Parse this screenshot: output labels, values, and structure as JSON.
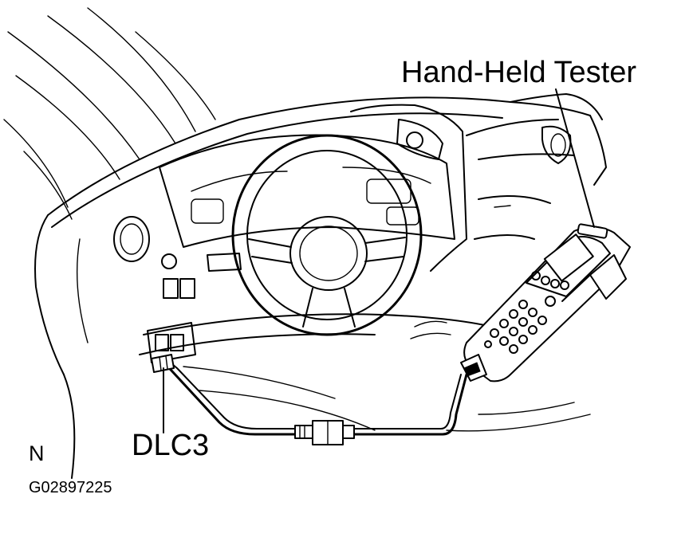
{
  "labels": {
    "tester": "Hand-Held Tester",
    "connector": "DLC3",
    "view_marker": "N",
    "figure_code": "G02897225"
  },
  "colors": {
    "ink": "#000000",
    "paper": "#ffffff"
  }
}
